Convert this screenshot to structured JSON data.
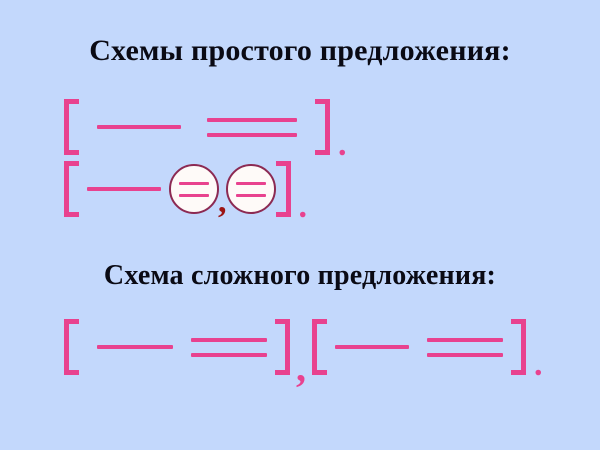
{
  "slide": {
    "background_color": "#c3d8fc",
    "accent_color": "#e8428f",
    "circle_fill_color": "#fefaf8",
    "circle_stroke_color": "#8c2a53",
    "comma_dark_color": "#9c1414",
    "text_color": "#0a0a14"
  },
  "headings": {
    "simple": "Схемы простого предложения:",
    "complex": "Схема сложного предложения:"
  },
  "punctuation": {
    "period": ".",
    "comma": ",",
    "bracket_open": "[",
    "bracket_close": "]"
  },
  "schemes": {
    "simple": [
      {
        "id": "simple-scheme-1",
        "notation": "[ — = ].",
        "parts": [
          {
            "type": "subject",
            "label": "подлежащее"
          },
          {
            "type": "predicate",
            "label": "сказуемое"
          }
        ],
        "terminator": "."
      },
      {
        "id": "simple-scheme-2",
        "notation": "[ — ⊜ , ⊜ ].",
        "parts": [
          {
            "type": "subject",
            "label": "подлежащее"
          },
          {
            "type": "predicate-circled",
            "label": "однородное сказуемое"
          },
          {
            "type": "separator",
            "label": ","
          },
          {
            "type": "predicate-circled",
            "label": "однородное сказуемое"
          }
        ],
        "terminator": "."
      }
    ],
    "complex": [
      {
        "id": "complex-scheme-1",
        "notation": "[ — = ],[ — = ].",
        "clauses": [
          {
            "id": "clause-1",
            "parts": [
              {
                "type": "subject",
                "label": "подлежащее"
              },
              {
                "type": "predicate",
                "label": "сказуемое"
              }
            ]
          },
          {
            "id": "clause-2",
            "parts": [
              {
                "type": "subject",
                "label": "подлежащее"
              },
              {
                "type": "predicate",
                "label": "сказуемое"
              }
            ]
          }
        ],
        "clause_separator": ",",
        "terminator": "."
      }
    ]
  }
}
